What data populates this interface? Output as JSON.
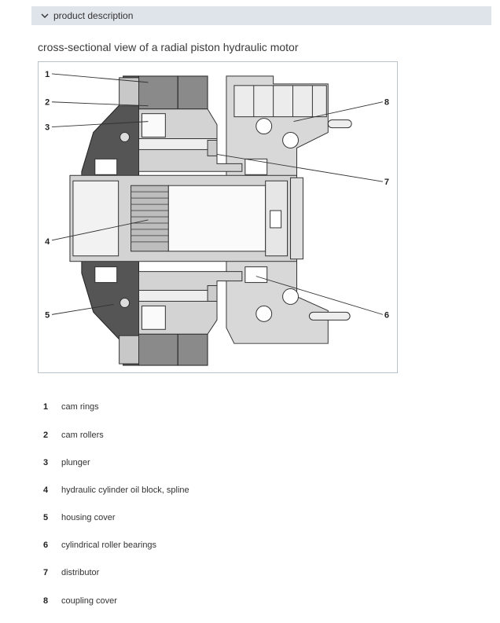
{
  "accordion": {
    "label": "product description",
    "icon": "chevron-down-icon"
  },
  "caption": "cross-sectional view of a radial piston hydraulic motor",
  "figure_callouts": [
    "1",
    "2",
    "3",
    "4",
    "5",
    "6",
    "7",
    "8"
  ],
  "legend": [
    {
      "num": "1",
      "text": "cam rings"
    },
    {
      "num": "2",
      "text": "cam rollers"
    },
    {
      "num": "3",
      "text": "plunger"
    },
    {
      "num": "4",
      "text": "hydraulic cylinder oil block, spline"
    },
    {
      "num": "5",
      "text": "housing cover"
    },
    {
      "num": "6",
      "text": "cylindrical roller bearings"
    },
    {
      "num": "7",
      "text": "distributor"
    },
    {
      "num": "8",
      "text": "coupling cover"
    }
  ],
  "colors": {
    "header_bg": "#dfe4ea",
    "figure_border": "#b9c3cc",
    "dark_part": "#555555",
    "mid_part": "#8a8a8a",
    "light_part": "#d3d3d3"
  }
}
